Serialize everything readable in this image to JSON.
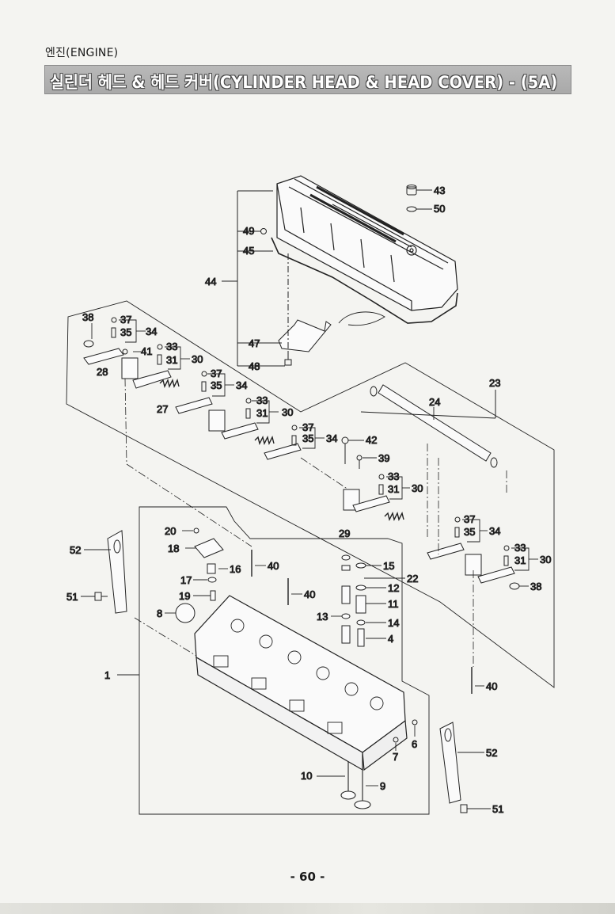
{
  "header": {
    "section": "엔진(ENGINE)",
    "title": "실린더 헤드 & 헤드 커버(CYLINDER HEAD & HEAD COVER) - (5A)"
  },
  "page_number": "- 60 -",
  "callouts": {
    "c1": "1",
    "c4": "4",
    "c6": "6",
    "c7": "7",
    "c8": "8",
    "c9": "9",
    "c10": "10",
    "c11": "11",
    "c12": "12",
    "c13": "13",
    "c14": "14",
    "c15": "15",
    "c16": "16",
    "c17": "17",
    "c18": "18",
    "c19": "19",
    "c20": "20",
    "c22": "22",
    "c23": "23",
    "c24": "24",
    "c27": "27",
    "c28": "28",
    "c29": "29",
    "c30": "30",
    "c31": "31",
    "c33": "33",
    "c34": "34",
    "c35": "35",
    "c37": "37",
    "c38": "38",
    "c39": "39",
    "c40": "40",
    "c41": "41",
    "c42": "42",
    "c43": "43",
    "c44": "44",
    "c45": "45",
    "c47": "47",
    "c48": "48",
    "c49": "49",
    "c50": "50",
    "c51": "51",
    "c52": "52"
  }
}
